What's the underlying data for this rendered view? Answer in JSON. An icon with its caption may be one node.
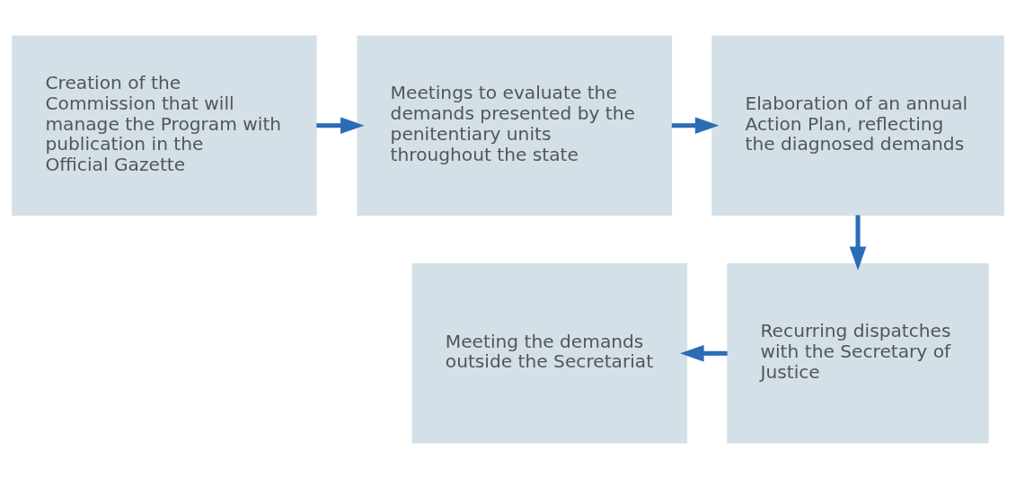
{
  "diagram": {
    "nodes": [
      {
        "text": [
          "Creation of the Commission that will manage the Program with publication in the Official Gazette"
        ]
      },
      {
        "text": [
          "Meetings to evaluate the demands presented by the penitentiary units throughout the state"
        ]
      },
      {
        "text": [
          "Elaboration of an annual Action Plan, reflecting the diagnosed demands"
        ]
      },
      {
        "text": [
          "Recurring dispatches with the Secretary of Justice"
        ]
      },
      {
        "text": [
          "Meeting the demands outside the Secretariat"
        ]
      }
    ],
    "edges": [
      {
        "from": 0,
        "to": 1,
        "arrow": "to"
      },
      {
        "from": 1,
        "to": 2,
        "arrow": "to"
      },
      {
        "from": 2,
        "to": 3,
        "arrow": "to"
      },
      {
        "from": 3,
        "to": 4,
        "arrow": "to"
      }
    ]
  }
}
